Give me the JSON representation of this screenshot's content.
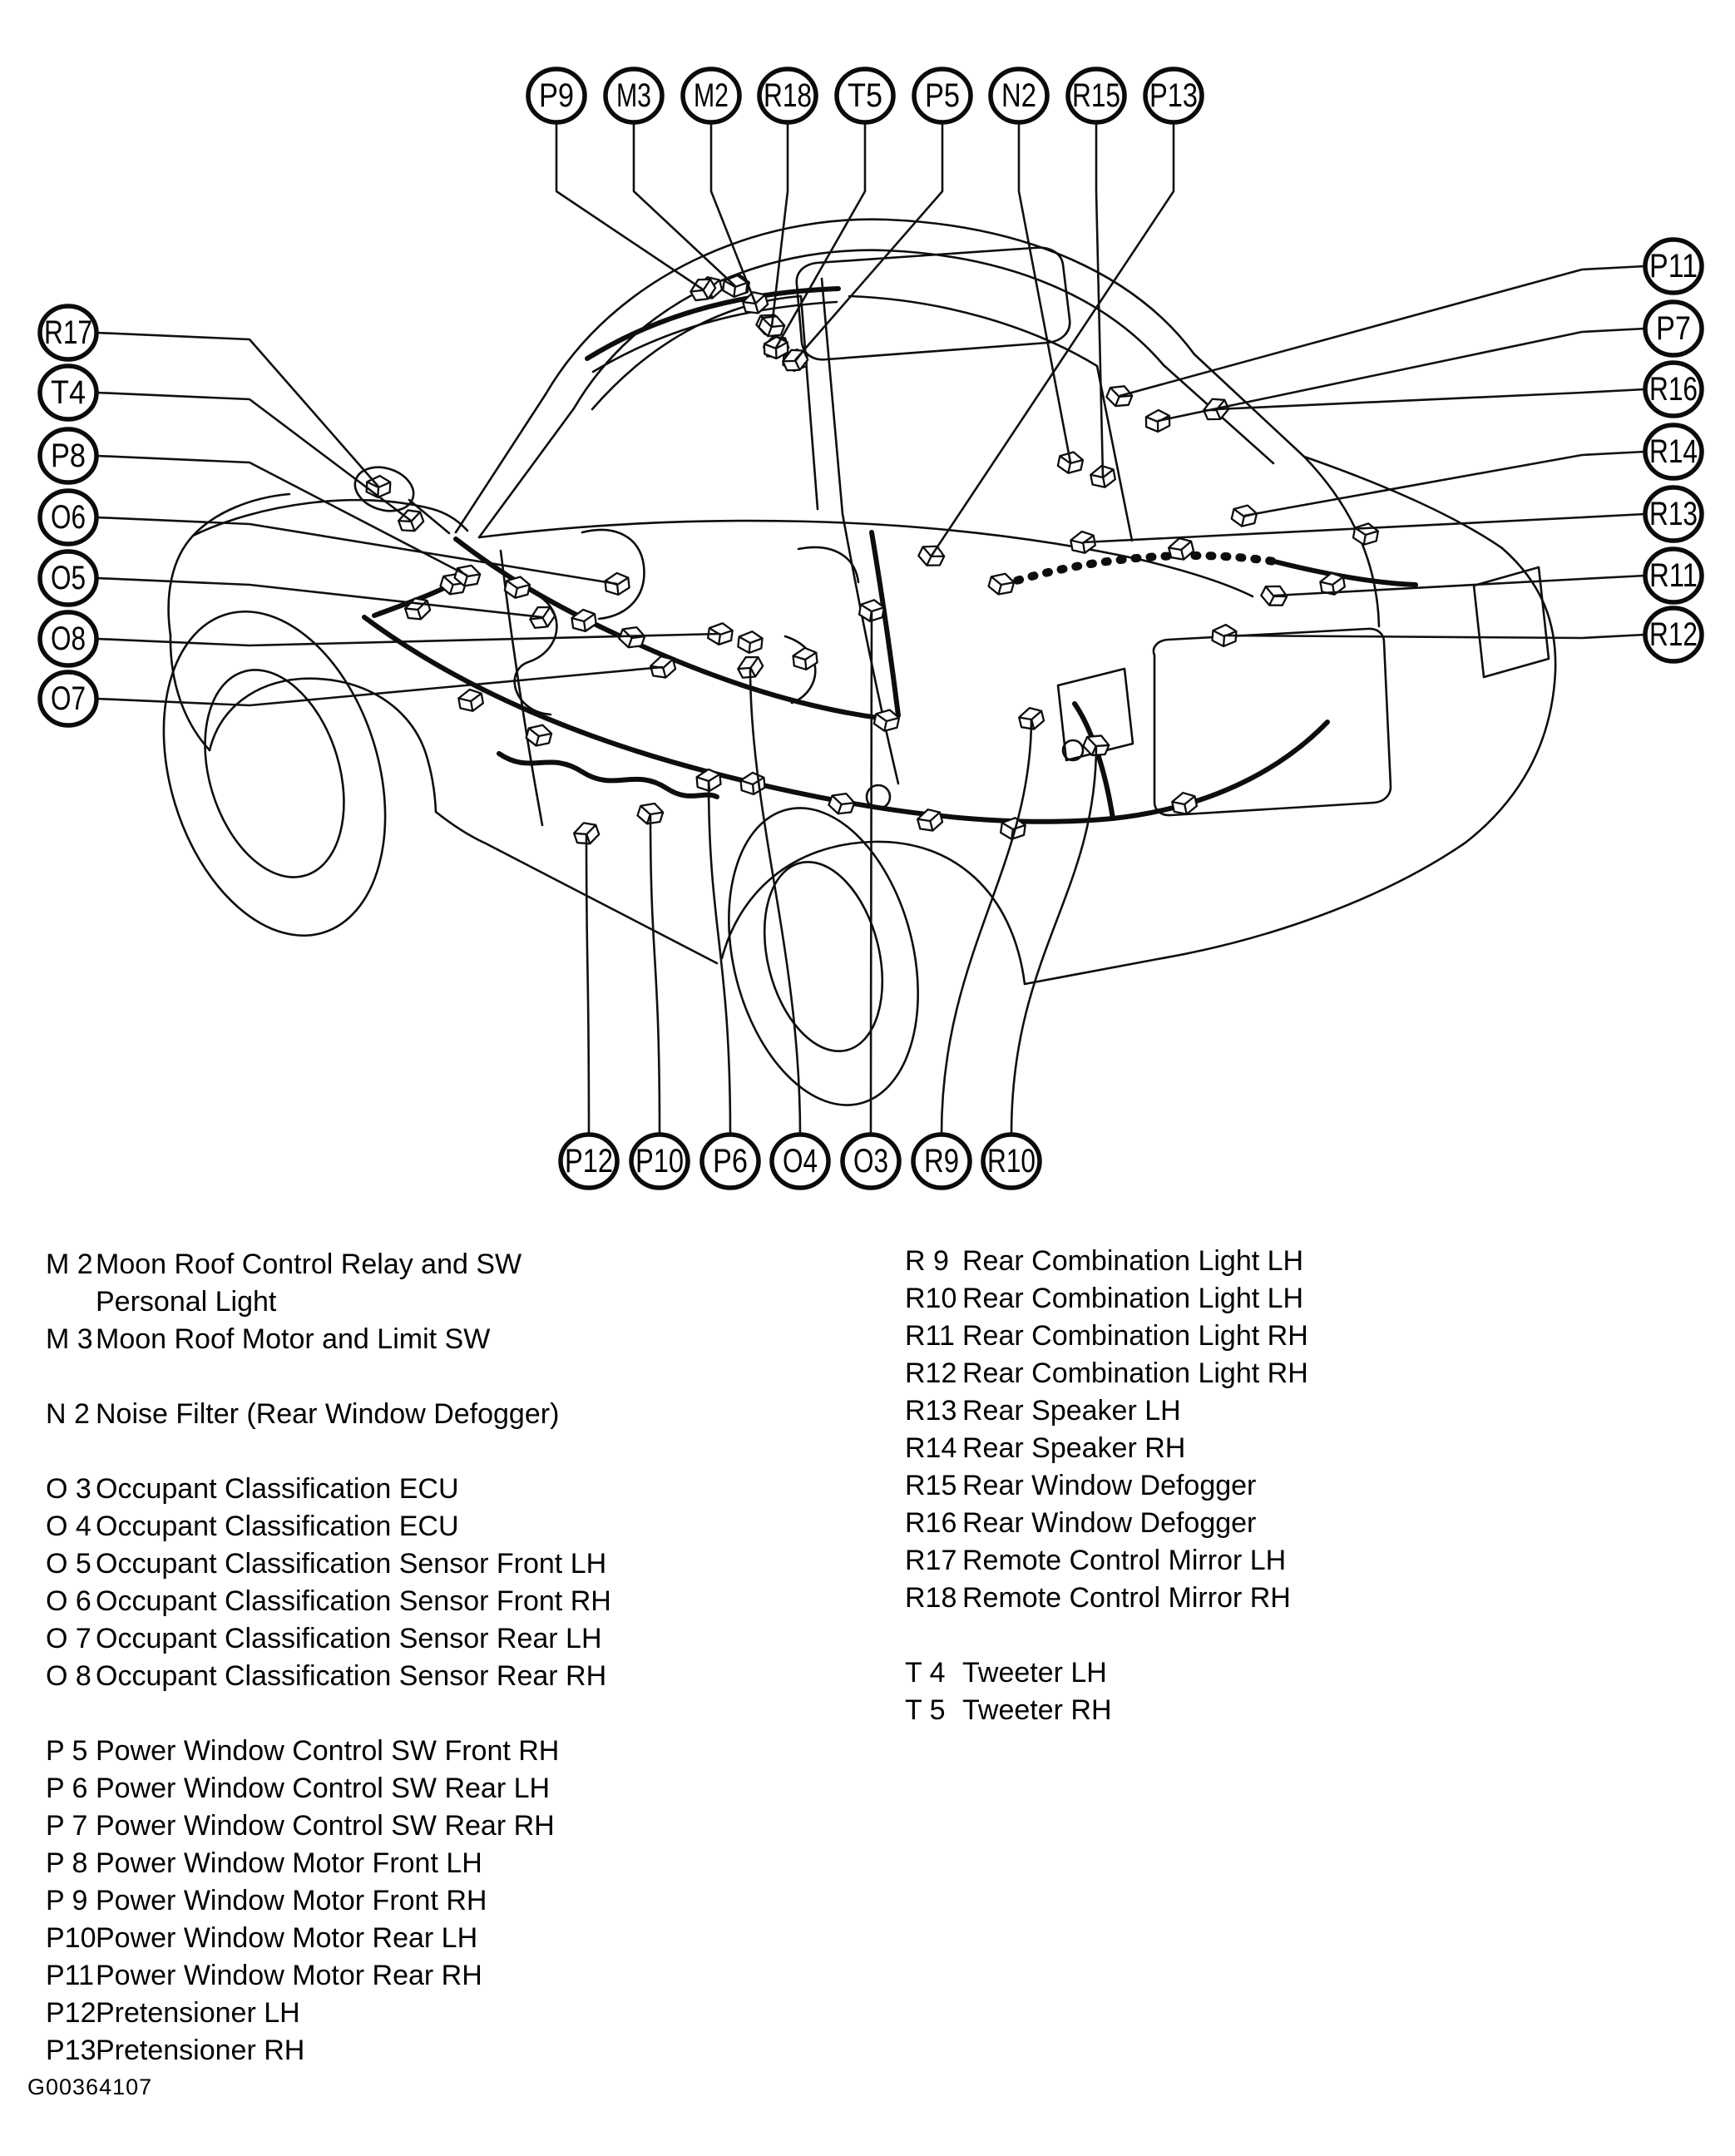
{
  "figure": {
    "code": "G00364107"
  },
  "colors": {
    "ink": "#000000",
    "paper": "#ffffff"
  },
  "callouts": [
    {
      "label": "P9",
      "side": "top"
    },
    {
      "label": "M3",
      "side": "top"
    },
    {
      "label": "M2",
      "side": "top"
    },
    {
      "label": "R18",
      "side": "top"
    },
    {
      "label": "T5",
      "side": "top"
    },
    {
      "label": "P5",
      "side": "top"
    },
    {
      "label": "N2",
      "side": "top"
    },
    {
      "label": "R15",
      "side": "top"
    },
    {
      "label": "P13",
      "side": "top"
    },
    {
      "label": "R17",
      "side": "left"
    },
    {
      "label": "T4",
      "side": "left"
    },
    {
      "label": "P8",
      "side": "left"
    },
    {
      "label": "O6",
      "side": "left"
    },
    {
      "label": "O5",
      "side": "left"
    },
    {
      "label": "O8",
      "side": "left"
    },
    {
      "label": "O7",
      "side": "left"
    },
    {
      "label": "P11",
      "side": "right"
    },
    {
      "label": "P7",
      "side": "right"
    },
    {
      "label": "R16",
      "side": "right"
    },
    {
      "label": "R14",
      "side": "right"
    },
    {
      "label": "R13",
      "side": "right"
    },
    {
      "label": "R11",
      "side": "right"
    },
    {
      "label": "R12",
      "side": "right"
    },
    {
      "label": "P12",
      "side": "bottom"
    },
    {
      "label": "P10",
      "side": "bottom"
    },
    {
      "label": "P6",
      "side": "bottom"
    },
    {
      "label": "O4",
      "side": "bottom"
    },
    {
      "label": "O3",
      "side": "bottom"
    },
    {
      "label": "R9",
      "side": "bottom"
    },
    {
      "label": "R10",
      "side": "bottom"
    }
  ],
  "legend": {
    "left": [
      {
        "code": "M 2",
        "label": "Moon Roof Control Relay and SW"
      },
      {
        "code": "",
        "label": "Personal Light",
        "continuation": true
      },
      {
        "code": "M 3",
        "label": "Moon Roof Motor and Limit SW"
      },
      {
        "code": "N 2",
        "label": "Noise Filter (Rear Window Defogger)",
        "group_break": true
      },
      {
        "code": "O 3",
        "label": "Occupant Classification ECU",
        "group_break": true
      },
      {
        "code": "O 4",
        "label": "Occupant Classification ECU"
      },
      {
        "code": "O 5",
        "label": "Occupant Classification Sensor Front LH"
      },
      {
        "code": "O 6",
        "label": "Occupant Classification Sensor Front RH"
      },
      {
        "code": "O 7",
        "label": "Occupant Classification Sensor Rear LH"
      },
      {
        "code": "O 8",
        "label": "Occupant Classification Sensor Rear RH"
      },
      {
        "code": "P 5",
        "label": "Power Window Control SW Front RH",
        "group_break": true
      },
      {
        "code": "P 6",
        "label": "Power Window Control SW Rear LH"
      },
      {
        "code": "P 7",
        "label": "Power Window Control SW Rear RH"
      },
      {
        "code": "P 8",
        "label": "Power Window Motor Front LH"
      },
      {
        "code": "P 9",
        "label": "Power Window Motor Front RH"
      },
      {
        "code": "P10",
        "label": "Power Window Motor Rear LH"
      },
      {
        "code": "P11",
        "label": "Power Window Motor Rear RH"
      },
      {
        "code": "P12",
        "label": "Pretensioner LH"
      },
      {
        "code": "P13",
        "label": "Pretensioner RH"
      }
    ],
    "right": [
      {
        "code": "R 9",
        "label": "Rear Combination Light LH"
      },
      {
        "code": "R10",
        "label": "Rear Combination Light LH"
      },
      {
        "code": "R11",
        "label": "Rear Combination Light RH"
      },
      {
        "code": "R12",
        "label": "Rear Combination Light RH"
      },
      {
        "code": "R13",
        "label": "Rear Speaker LH"
      },
      {
        "code": "R14",
        "label": "Rear Speaker RH"
      },
      {
        "code": "R15",
        "label": "Rear Window Defogger"
      },
      {
        "code": "R16",
        "label": "Rear Window Defogger"
      },
      {
        "code": "R17",
        "label": "Remote Control Mirror LH"
      },
      {
        "code": "R18",
        "label": "Remote Control Mirror RH"
      },
      {
        "code": "T 4",
        "label": "Tweeter LH",
        "group_break": true
      },
      {
        "code": "T 5",
        "label": "Tweeter RH"
      }
    ]
  }
}
